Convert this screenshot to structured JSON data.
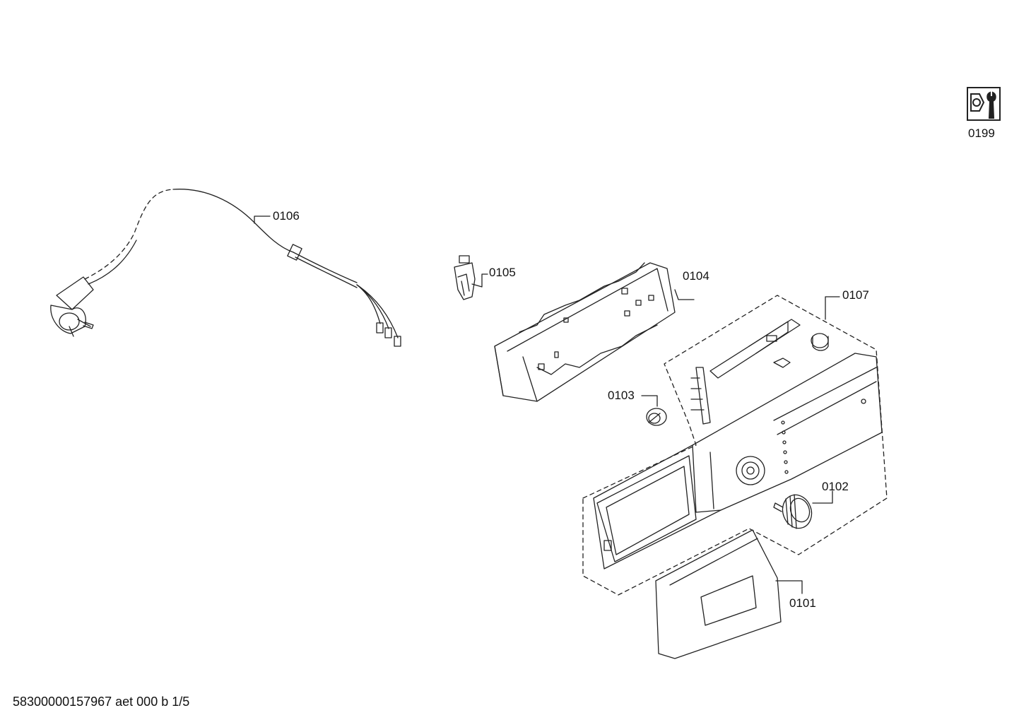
{
  "parts": [
    {
      "id": "p0199",
      "label": "0199",
      "name": "service-tool-kit"
    },
    {
      "id": "p0106",
      "label": "0106",
      "name": "power-cord"
    },
    {
      "id": "p0105",
      "label": "0105",
      "name": "mains-filter"
    },
    {
      "id": "p0104",
      "label": "0104",
      "name": "control-module-carrier"
    },
    {
      "id": "p0107",
      "label": "0107",
      "name": "control-panel-assembly"
    },
    {
      "id": "p0103",
      "label": "0103",
      "name": "knob-insert"
    },
    {
      "id": "p0102",
      "label": "0102",
      "name": "selector-knob"
    },
    {
      "id": "p0101",
      "label": "0101",
      "name": "detergent-drawer-handle"
    }
  ],
  "footer": {
    "doc_id": "58300000157967 aet 000 b 1/5"
  },
  "colors": {
    "line": "#222222",
    "background": "#ffffff"
  }
}
